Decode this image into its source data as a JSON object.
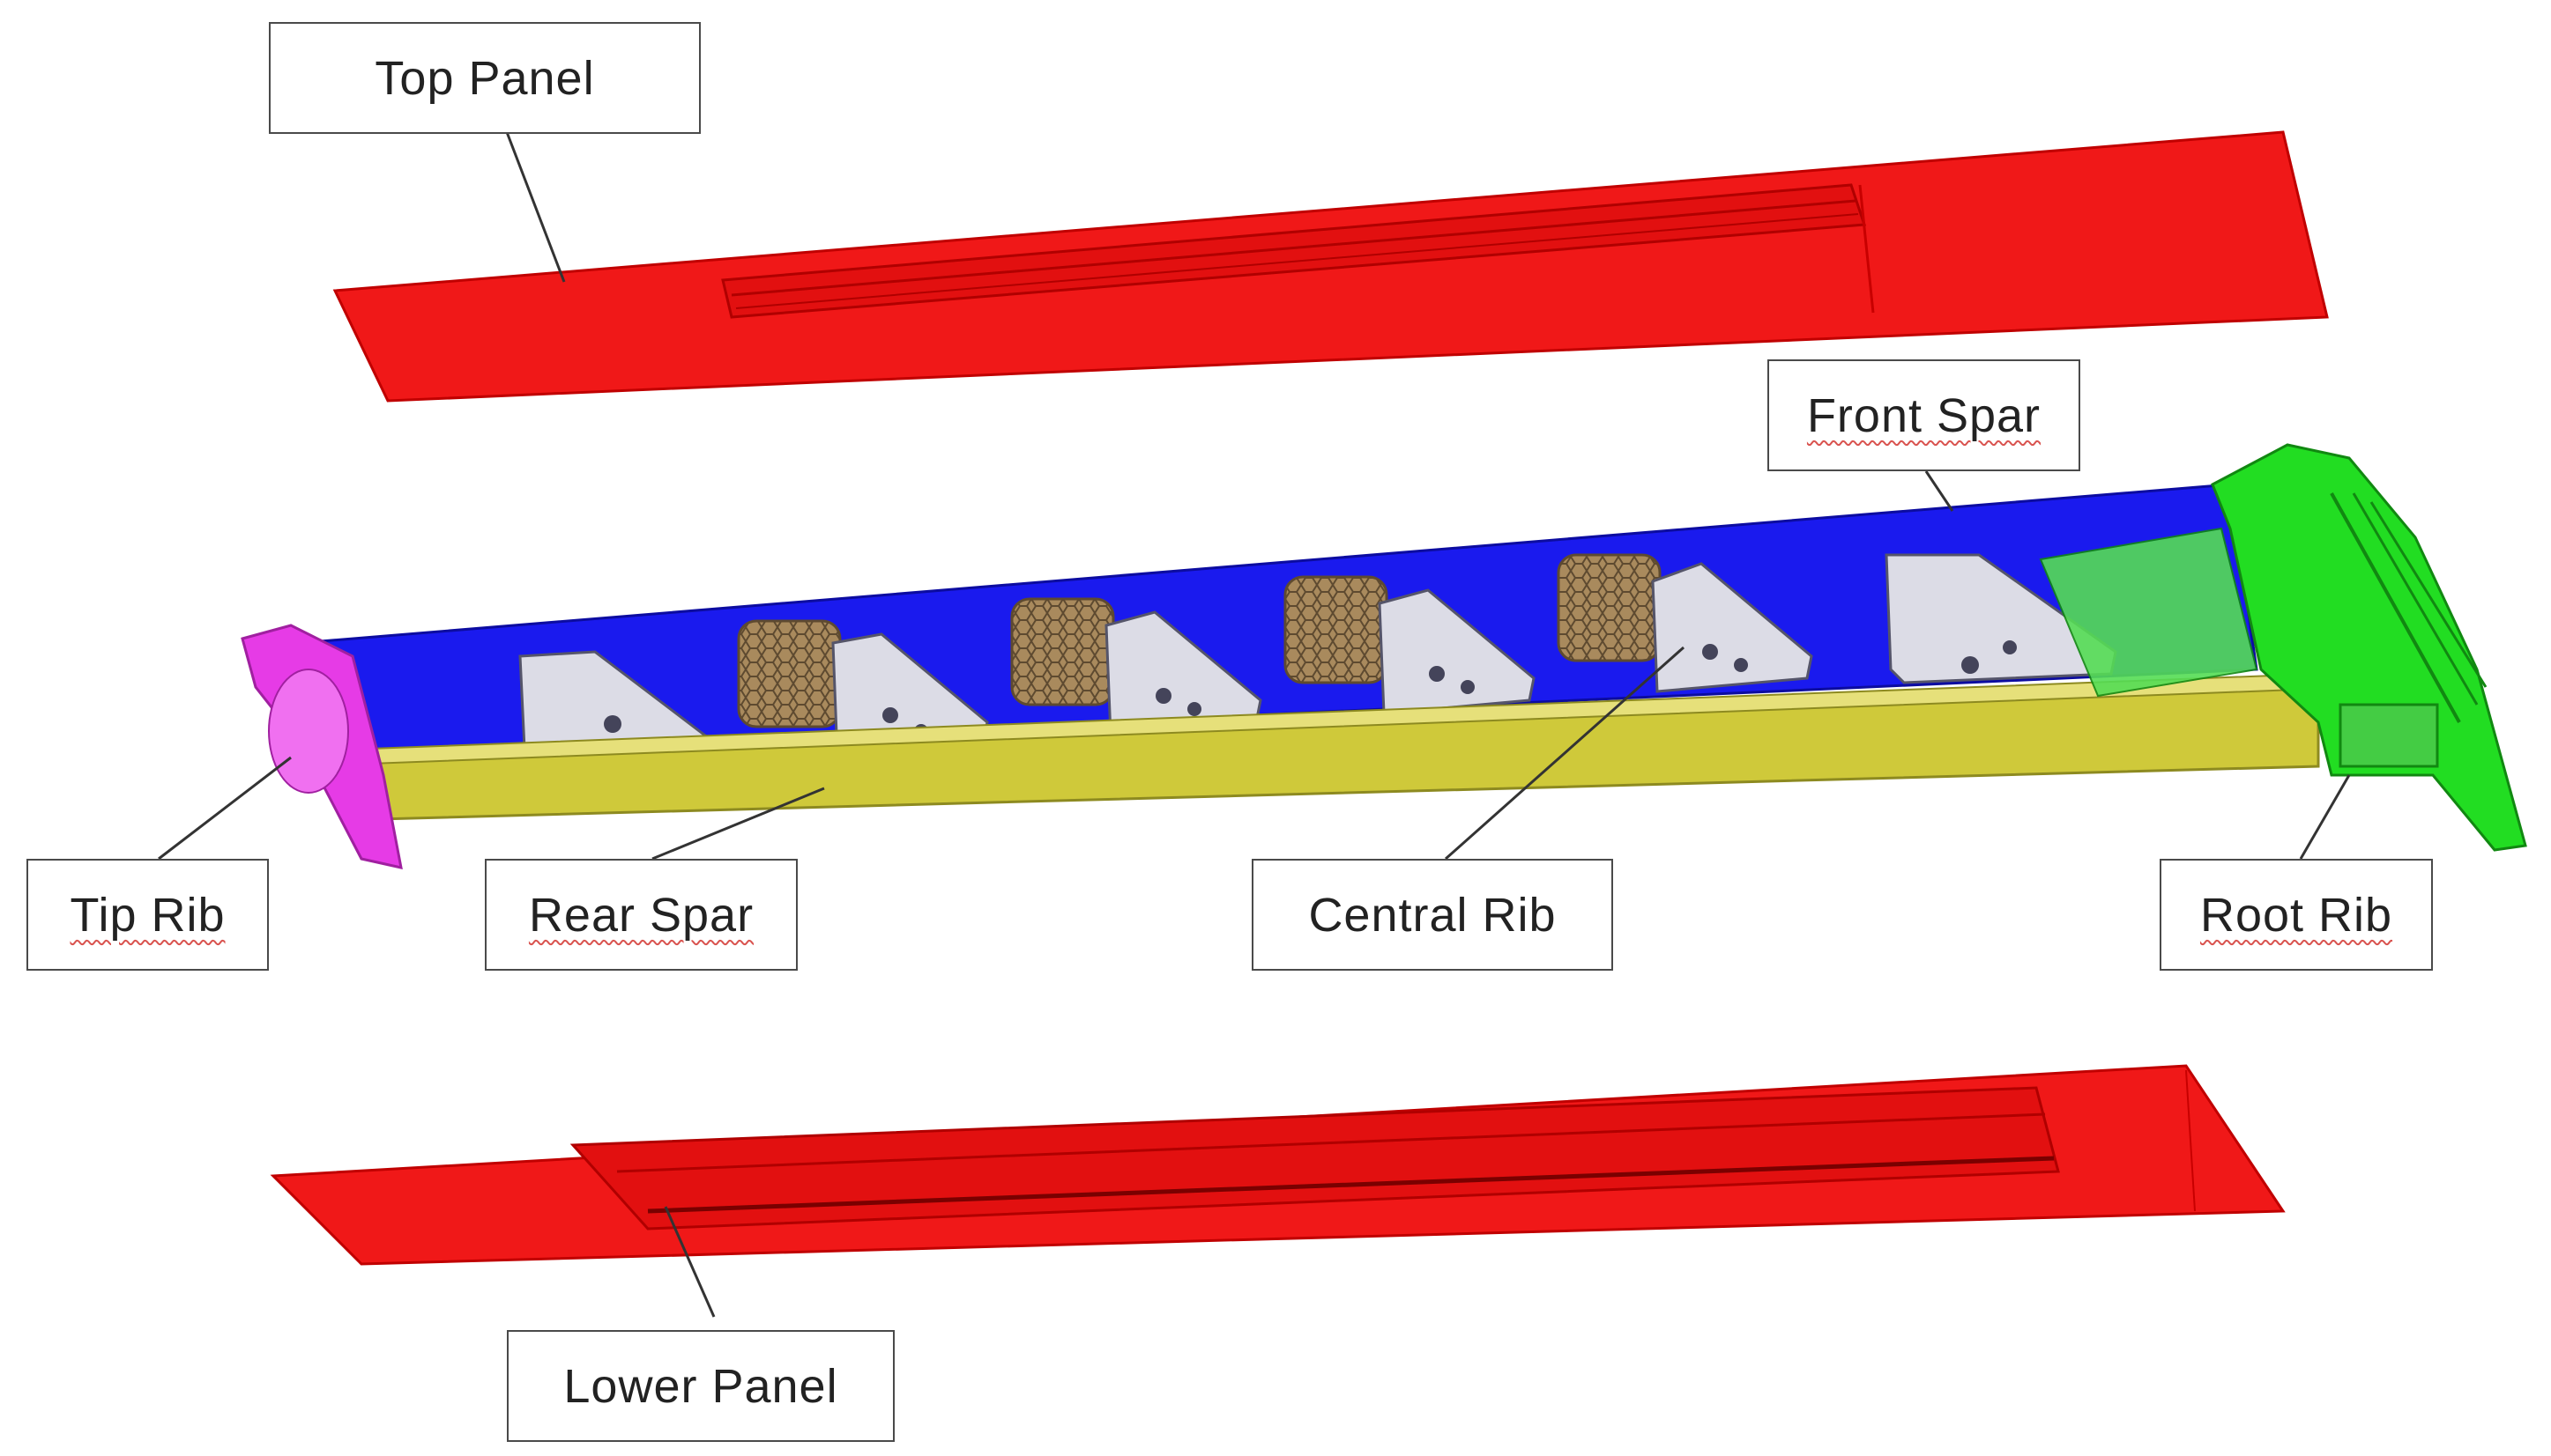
{
  "labels": {
    "top_panel": "Top Panel",
    "front_spar": "Front Spar",
    "tip_rib": "Tip Rib",
    "rear_spar": "Rear Spar",
    "central_rib": "Central Rib",
    "root_rib": "Root Rib",
    "lower_panel": "Lower Panel"
  },
  "colors": {
    "panels": "#f01818",
    "front_spar": "#1a1aee",
    "rear_spar": "#cfc93a",
    "tip_rib": "#e63be6",
    "root_rib": "#22dd22",
    "ribs": "#dcdce6",
    "honeycomb": "#8a6f4a",
    "label_border": "#4a4a4a"
  }
}
